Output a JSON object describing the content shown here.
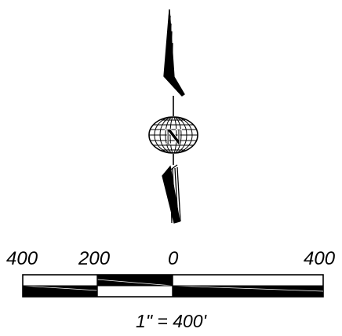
{
  "north_arrow": {
    "letter": "N",
    "icon": "north-arrow-icon"
  },
  "scale_bar": {
    "tick_labels": [
      "400",
      "200",
      "0",
      "400"
    ],
    "ratio_label": "1\" = 400'",
    "fill_color": "#000000",
    "background_color": "#ffffff"
  }
}
